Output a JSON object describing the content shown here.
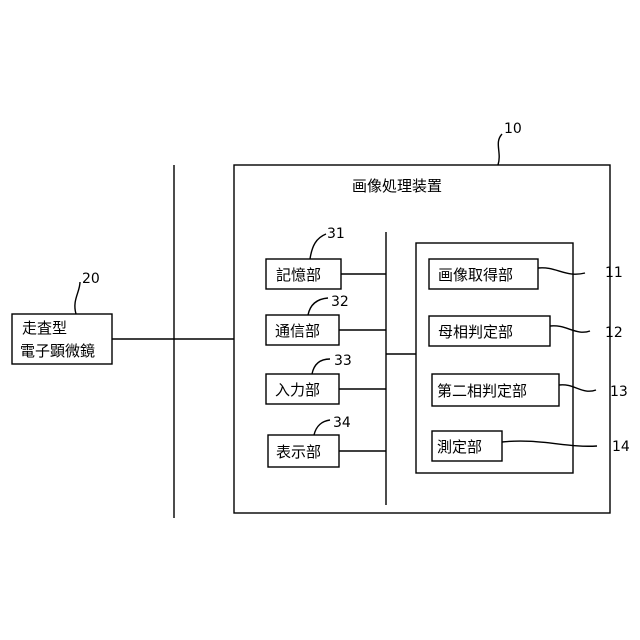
{
  "sem": {
    "label_lines": [
      "走査型",
      "電子顕微鏡"
    ],
    "ref": "20"
  },
  "apparatus": {
    "title": "画像処理装置",
    "ref": "10"
  },
  "left_units": [
    {
      "id": "storage",
      "label": "記憶部",
      "ref": "31"
    },
    {
      "id": "communication",
      "label": "通信部",
      "ref": "32"
    },
    {
      "id": "input",
      "label": "入力部",
      "ref": "33"
    },
    {
      "id": "display",
      "label": "表示部",
      "ref": "34"
    }
  ],
  "right_units": [
    {
      "id": "image-acquisition",
      "label": "画像取得部",
      "ref": "11"
    },
    {
      "id": "parent-phase-judgment",
      "label": "母相判定部",
      "ref": "12"
    },
    {
      "id": "second-phase-judgment",
      "label": "第二相判定部",
      "ref": "13"
    },
    {
      "id": "measurement",
      "label": "測定部",
      "ref": "14"
    }
  ]
}
